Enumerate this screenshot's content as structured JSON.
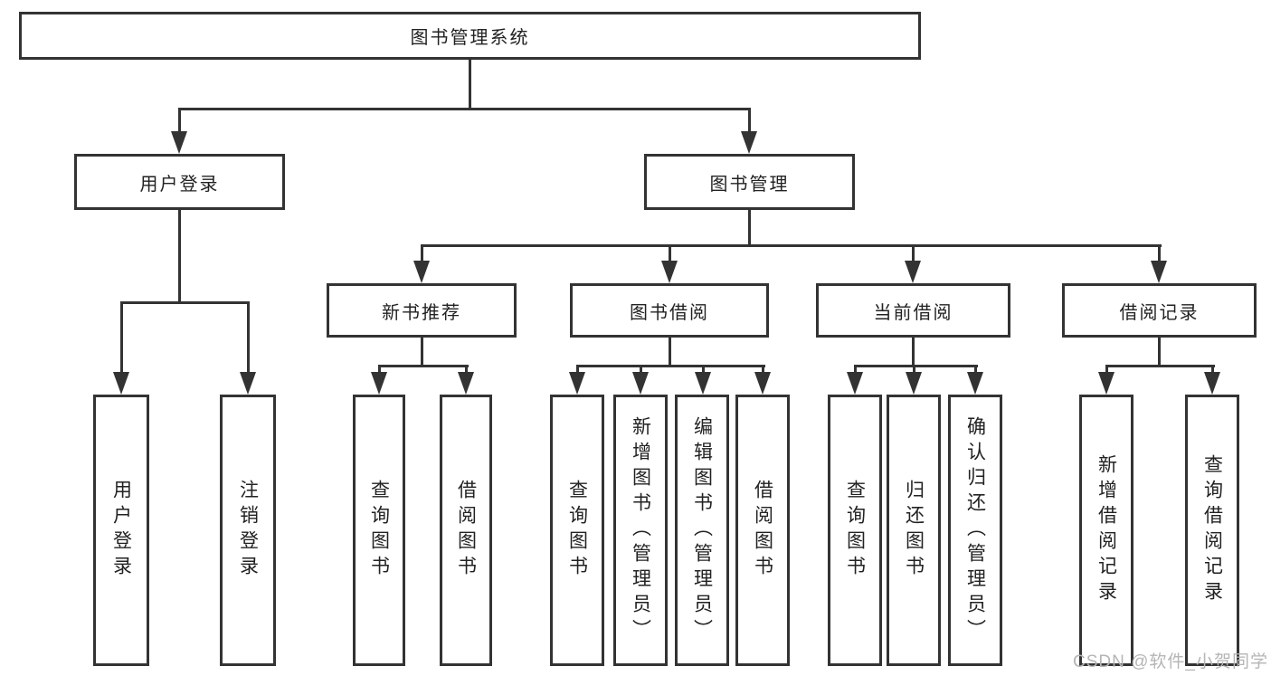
{
  "colors": {
    "line": "#333333",
    "box_border": "#333333",
    "text": "#222222",
    "watermark": "#b5b5b5",
    "background": "#ffffff"
  },
  "watermark": {
    "text": "CSDN @软件_小贺同学"
  },
  "diagram": {
    "type": "tree",
    "root": {
      "label": "图书管理系统"
    },
    "level2": [
      {
        "label": "用户登录",
        "children": [
          {
            "label": "用户登录"
          },
          {
            "label": "注销登录"
          }
        ]
      },
      {
        "label": "图书管理",
        "children": [
          {
            "label": "新书推荐",
            "children": [
              {
                "label": "查询图书"
              },
              {
                "label": "借阅图书"
              }
            ]
          },
          {
            "label": "图书借阅",
            "children": [
              {
                "label": "查询图书"
              },
              {
                "label": "新增图书（管理员）"
              },
              {
                "label": "编辑图书（管理员）"
              },
              {
                "label": "借阅图书"
              }
            ]
          },
          {
            "label": "当前借阅",
            "children": [
              {
                "label": "查询图书"
              },
              {
                "label": "归还图书"
              },
              {
                "label": "确认归还（管理员）"
              }
            ]
          },
          {
            "label": "借阅记录",
            "children": [
              {
                "label": "新增借阅记录"
              },
              {
                "label": "查询借阅记录"
              }
            ]
          }
        ]
      }
    ]
  }
}
